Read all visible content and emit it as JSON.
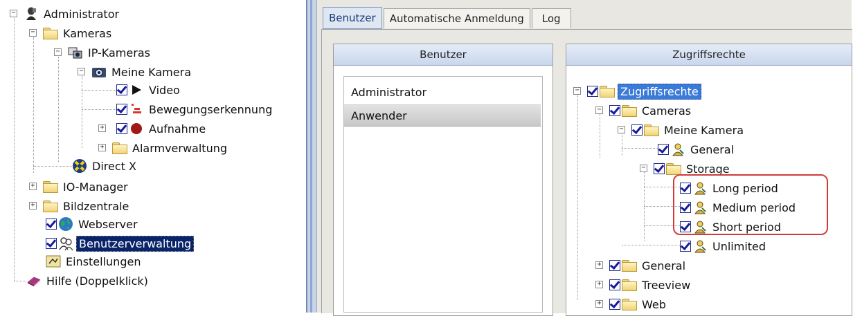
{
  "left_tree": {
    "items": [
      {
        "label": "Administrator",
        "icon": "admin-icon"
      },
      {
        "label": "Kameras",
        "icon": "folder-icon"
      },
      {
        "label": "IP-Kameras",
        "icon": "ip-camera-icon"
      },
      {
        "label": "Meine Kamera",
        "icon": "camera-icon"
      },
      {
        "label": "Video",
        "icon": "play-icon"
      },
      {
        "label": "Bewegungserkennung",
        "icon": "motion-detection-icon"
      },
      {
        "label": "Aufnahme",
        "icon": "record-icon"
      },
      {
        "label": "Alarmverwaltung",
        "icon": "folder-icon"
      },
      {
        "label": "Direct X",
        "icon": "directx-icon"
      },
      {
        "label": "IO-Manager",
        "icon": "folder-icon"
      },
      {
        "label": "Bildzentrale",
        "icon": "folder-icon"
      },
      {
        "label": "Webserver",
        "icon": "globe-icon"
      },
      {
        "label": "Benutzerverwaltung",
        "icon": "user-management-icon"
      },
      {
        "label": "Einstellungen",
        "icon": "settings-icon"
      },
      {
        "label": "Hilfe (Doppelklick)",
        "icon": "help-book-icon"
      }
    ],
    "selected": "Benutzerverwaltung"
  },
  "tabs": [
    {
      "label": "Benutzer",
      "active": true
    },
    {
      "label": "Automatische Anmeldung",
      "active": false
    },
    {
      "label": "Log",
      "active": false
    }
  ],
  "users_panel": {
    "header": "Benutzer",
    "users": [
      "Administrator",
      "Anwender"
    ],
    "selected": "Anwender"
  },
  "permissions_panel": {
    "header": "Zugriffsrechte",
    "tree": [
      {
        "label": "Zugriffsrechte",
        "icon": "folder-icon"
      },
      {
        "label": "Cameras",
        "icon": "folder-icon"
      },
      {
        "label": "Meine Kamera",
        "icon": "folder-icon"
      },
      {
        "label": "General",
        "icon": "user-permission-icon"
      },
      {
        "label": "Storage",
        "icon": "folder-icon"
      },
      {
        "label": "Long period",
        "icon": "user-permission-icon"
      },
      {
        "label": "Medium period",
        "icon": "user-permission-icon"
      },
      {
        "label": "Short period",
        "icon": "user-permission-icon"
      },
      {
        "label": "Unlimited",
        "icon": "user-permission-icon"
      },
      {
        "label": "General",
        "icon": "folder-icon"
      },
      {
        "label": "Treeview",
        "icon": "folder-icon"
      },
      {
        "label": "Web",
        "icon": "folder-icon"
      }
    ],
    "selected": "Zugriffsrechte",
    "highlight_color": "#d23a3a"
  },
  "colors": {
    "selection": "#0a246a",
    "tree_selection": "#3a7ad8",
    "checkbox": "#1a1a9a"
  }
}
